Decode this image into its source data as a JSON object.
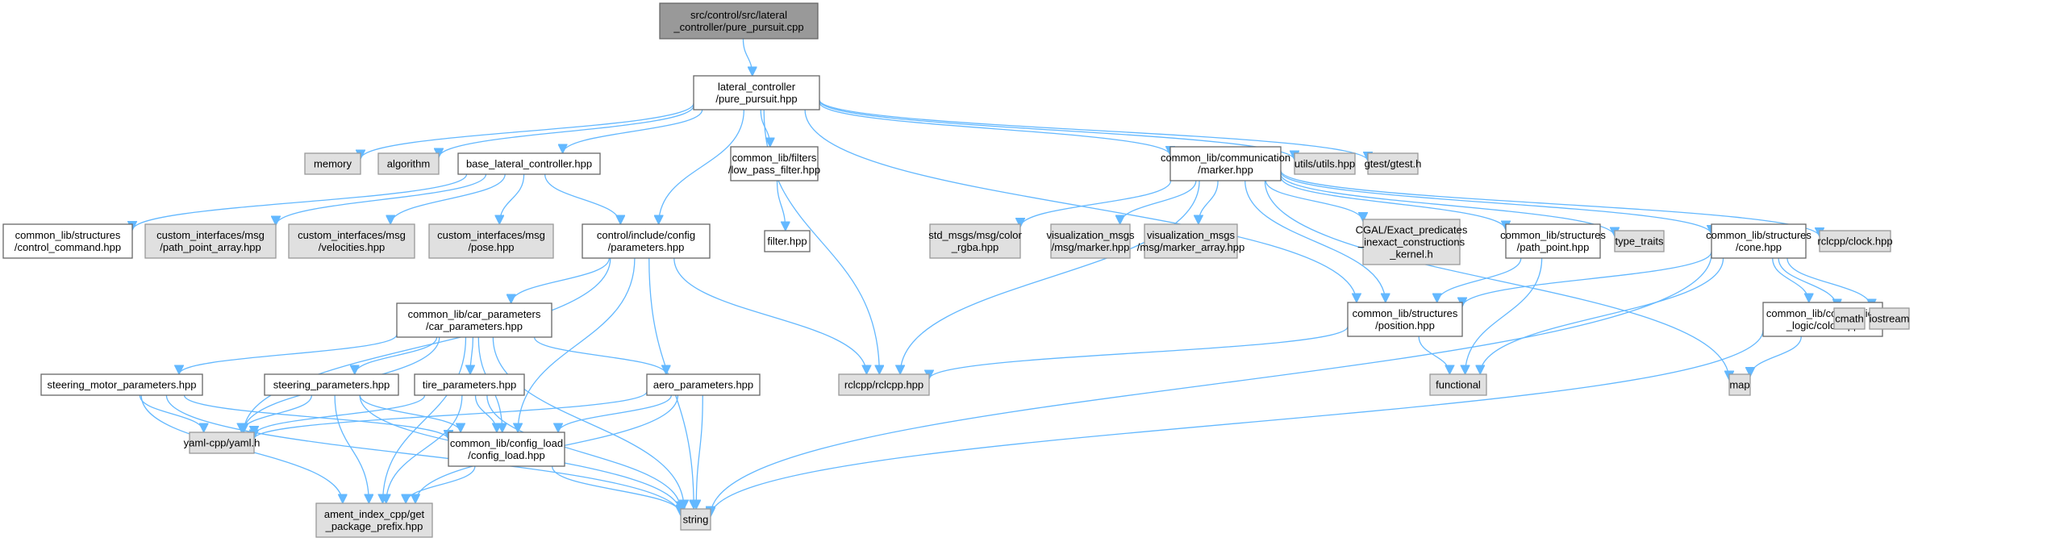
{
  "title": "Include dependency graph for pure_pursuit.cpp",
  "colors": {
    "root_fill": "#999999",
    "root_border": "#666666",
    "internal_fill": "#ffffff",
    "internal_border": "#666666",
    "external_fill": "#e0e0e0",
    "external_border": "#999999",
    "edge": "#63b8ff"
  },
  "nodes": [
    {
      "id": "root",
      "kind": "root",
      "lines": [
        "src/control/src/lateral",
        "_controller/pure_pursuit.cpp"
      ]
    },
    {
      "id": "pp_hpp",
      "kind": "internal",
      "lines": [
        "lateral_controller",
        "/pure_pursuit.hpp"
      ]
    },
    {
      "id": "memory",
      "kind": "external",
      "lines": [
        "memory"
      ]
    },
    {
      "id": "algorithm",
      "kind": "external",
      "lines": [
        "algorithm"
      ]
    },
    {
      "id": "base_lat",
      "kind": "internal",
      "lines": [
        "base_lateral_controller.hpp"
      ]
    },
    {
      "id": "lpf",
      "kind": "internal",
      "lines": [
        "common_lib/filters",
        "/low_pass_filter.hpp"
      ]
    },
    {
      "id": "marker",
      "kind": "internal",
      "lines": [
        "common_lib/communication",
        "/marker.hpp"
      ]
    },
    {
      "id": "utils",
      "kind": "external",
      "lines": [
        "utils/utils.hpp"
      ]
    },
    {
      "id": "gtest",
      "kind": "external",
      "lines": [
        "gtest/gtest.h"
      ]
    },
    {
      "id": "control_cmd",
      "kind": "internal",
      "lines": [
        "common_lib/structures",
        "/control_command.hpp"
      ]
    },
    {
      "id": "ppa",
      "kind": "external",
      "lines": [
        "custom_interfaces/msg",
        "/path_point_array.hpp"
      ]
    },
    {
      "id": "vel",
      "kind": "external",
      "lines": [
        "custom_interfaces/msg",
        "/velocities.hpp"
      ]
    },
    {
      "id": "pose",
      "kind": "external",
      "lines": [
        "custom_interfaces/msg",
        "/pose.hpp"
      ]
    },
    {
      "id": "params",
      "kind": "internal",
      "lines": [
        "control/include/config",
        "/parameters.hpp"
      ]
    },
    {
      "id": "filter",
      "kind": "internal",
      "lines": [
        "filter.hpp"
      ]
    },
    {
      "id": "color_rgba",
      "kind": "external",
      "lines": [
        "std_msgs/msg/color",
        "_rgba.hpp"
      ]
    },
    {
      "id": "vis_marker",
      "kind": "external",
      "lines": [
        "visualization_msgs",
        "/msg/marker.hpp"
      ]
    },
    {
      "id": "vis_marker_arr",
      "kind": "external",
      "lines": [
        "visualization_msgs",
        "/msg/marker_array.hpp"
      ]
    },
    {
      "id": "cgal",
      "kind": "external",
      "lines": [
        "CGAL/Exact_predicates",
        "_inexact_constructions",
        "_kernel.h"
      ]
    },
    {
      "id": "path_point",
      "kind": "internal",
      "lines": [
        "common_lib/structures",
        "/path_point.hpp"
      ]
    },
    {
      "id": "type_traits",
      "kind": "external",
      "lines": [
        "type_traits"
      ]
    },
    {
      "id": "cone",
      "kind": "internal",
      "lines": [
        "common_lib/structures",
        "/cone.hpp"
      ]
    },
    {
      "id": "clock",
      "kind": "external",
      "lines": [
        "rclcpp/clock.hpp"
      ]
    },
    {
      "id": "car_params",
      "kind": "internal",
      "lines": [
        "common_lib/car_parameters",
        "/car_parameters.hpp"
      ]
    },
    {
      "id": "position",
      "kind": "internal",
      "lines": [
        "common_lib/structures",
        "/position.hpp"
      ]
    },
    {
      "id": "comp_color",
      "kind": "internal",
      "lines": [
        "common_lib/competition",
        "_logic/color.hpp"
      ]
    },
    {
      "id": "cmath",
      "kind": "external",
      "lines": [
        "cmath"
      ]
    },
    {
      "id": "iostream",
      "kind": "external",
      "lines": [
        "iostream"
      ]
    },
    {
      "id": "steer_motor",
      "kind": "internal",
      "lines": [
        "steering_motor_parameters.hpp"
      ]
    },
    {
      "id": "steer",
      "kind": "internal",
      "lines": [
        "steering_parameters.hpp"
      ]
    },
    {
      "id": "tire",
      "kind": "internal",
      "lines": [
        "tire_parameters.hpp"
      ]
    },
    {
      "id": "aero",
      "kind": "internal",
      "lines": [
        "aero_parameters.hpp"
      ]
    },
    {
      "id": "rclcpp",
      "kind": "external",
      "lines": [
        "rclcpp/rclcpp.hpp"
      ]
    },
    {
      "id": "functional",
      "kind": "external",
      "lines": [
        "functional"
      ]
    },
    {
      "id": "map",
      "kind": "external",
      "lines": [
        "map"
      ]
    },
    {
      "id": "yaml",
      "kind": "external",
      "lines": [
        "yaml-cpp/yaml.h"
      ]
    },
    {
      "id": "config_load",
      "kind": "internal",
      "lines": [
        "common_lib/config_load",
        "/config_load.hpp"
      ]
    },
    {
      "id": "ament",
      "kind": "external",
      "lines": [
        "ament_index_cpp/get",
        "_package_prefix.hpp"
      ]
    },
    {
      "id": "string",
      "kind": "external",
      "lines": [
        "string"
      ]
    }
  ],
  "edges": [
    [
      "root",
      "pp_hpp"
    ],
    [
      "pp_hpp",
      "memory"
    ],
    [
      "pp_hpp",
      "algorithm"
    ],
    [
      "pp_hpp",
      "base_lat"
    ],
    [
      "pp_hpp",
      "params"
    ],
    [
      "pp_hpp",
      "lpf"
    ],
    [
      "pp_hpp",
      "rclcpp"
    ],
    [
      "pp_hpp",
      "position"
    ],
    [
      "pp_hpp",
      "marker"
    ],
    [
      "pp_hpp",
      "utils"
    ],
    [
      "pp_hpp",
      "gtest"
    ],
    [
      "base_lat",
      "control_cmd"
    ],
    [
      "base_lat",
      "ppa"
    ],
    [
      "base_lat",
      "vel"
    ],
    [
      "base_lat",
      "pose"
    ],
    [
      "base_lat",
      "params"
    ],
    [
      "lpf",
      "filter"
    ],
    [
      "marker",
      "rclcpp"
    ],
    [
      "marker",
      "color_rgba"
    ],
    [
      "marker",
      "vis_marker"
    ],
    [
      "marker",
      "vis_marker_arr"
    ],
    [
      "marker",
      "position"
    ],
    [
      "marker",
      "cgal"
    ],
    [
      "marker",
      "path_point"
    ],
    [
      "marker",
      "type_traits"
    ],
    [
      "marker",
      "map"
    ],
    [
      "marker",
      "cone"
    ],
    [
      "marker",
      "clock"
    ],
    [
      "params",
      "car_params"
    ],
    [
      "params",
      "yaml"
    ],
    [
      "params",
      "config_load"
    ],
    [
      "params",
      "rclcpp"
    ],
    [
      "params",
      "string"
    ],
    [
      "path_point",
      "position"
    ],
    [
      "path_point",
      "functional"
    ],
    [
      "cone",
      "position"
    ],
    [
      "cone",
      "functional"
    ],
    [
      "cone",
      "comp_color"
    ],
    [
      "cone",
      "cmath"
    ],
    [
      "cone",
      "iostream"
    ],
    [
      "cone",
      "string"
    ],
    [
      "position",
      "rclcpp"
    ],
    [
      "position",
      "functional"
    ],
    [
      "comp_color",
      "map"
    ],
    [
      "comp_color",
      "string"
    ],
    [
      "car_params",
      "steer_motor"
    ],
    [
      "car_params",
      "steer"
    ],
    [
      "car_params",
      "tire"
    ],
    [
      "car_params",
      "aero"
    ],
    [
      "car_params",
      "yaml"
    ],
    [
      "car_params",
      "config_load"
    ],
    [
      "car_params",
      "ament"
    ],
    [
      "car_params",
      "string"
    ],
    [
      "steer_motor",
      "yaml"
    ],
    [
      "steer_motor",
      "config_load"
    ],
    [
      "steer_motor",
      "ament"
    ],
    [
      "steer_motor",
      "string"
    ],
    [
      "steer",
      "yaml"
    ],
    [
      "steer",
      "config_load"
    ],
    [
      "steer",
      "ament"
    ],
    [
      "steer",
      "string"
    ],
    [
      "tire",
      "yaml"
    ],
    [
      "tire",
      "config_load"
    ],
    [
      "tire",
      "ament"
    ],
    [
      "tire",
      "string"
    ],
    [
      "aero",
      "yaml"
    ],
    [
      "aero",
      "config_load"
    ],
    [
      "aero",
      "ament"
    ],
    [
      "aero",
      "string"
    ],
    [
      "config_load",
      "ament"
    ],
    [
      "config_load",
      "string"
    ]
  ]
}
